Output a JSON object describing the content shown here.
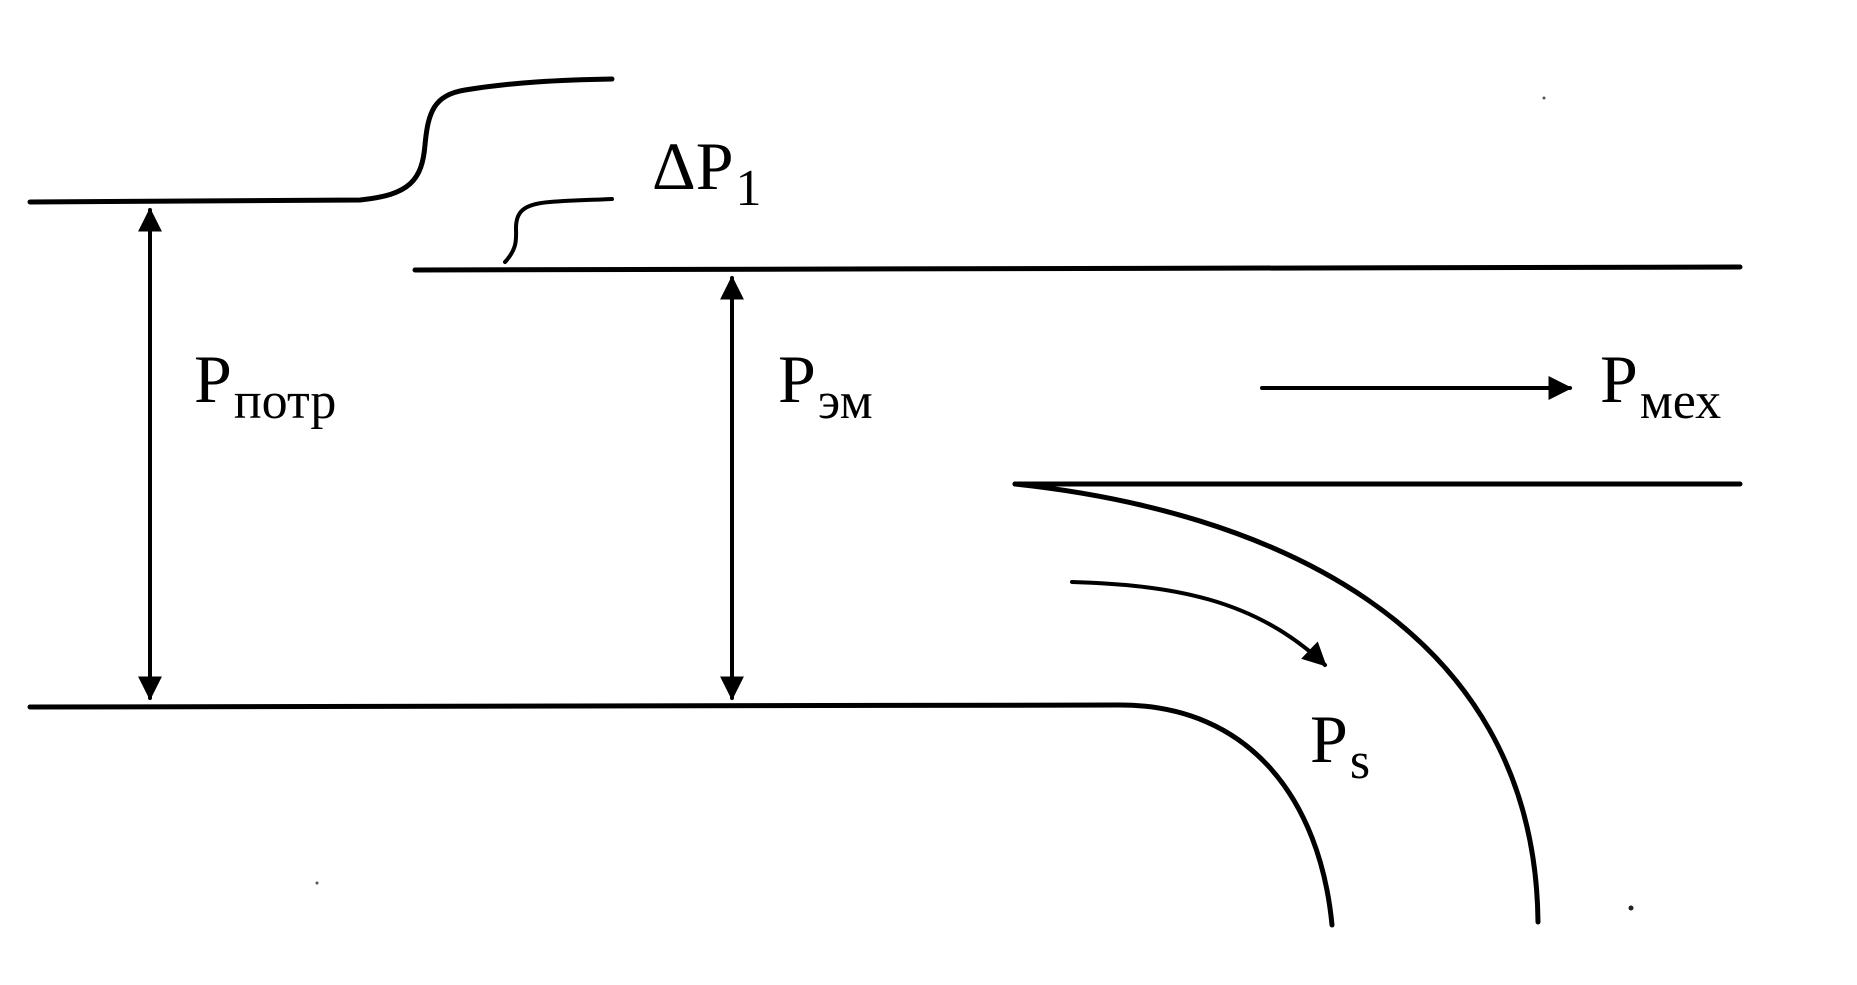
{
  "diagram": {
    "labels": {
      "p_potr": {
        "main": "P",
        "sub": "потр"
      },
      "p_em": {
        "main": "P",
        "sub": "эм"
      },
      "p_mex": {
        "main": "P",
        "sub": "мех"
      },
      "p_s": {
        "main": "P",
        "sub": "s"
      },
      "delta_p1": {
        "main": "ΔP",
        "sub": "1"
      }
    },
    "colors": {
      "stroke": "#000000",
      "background": "#ffffff"
    }
  }
}
